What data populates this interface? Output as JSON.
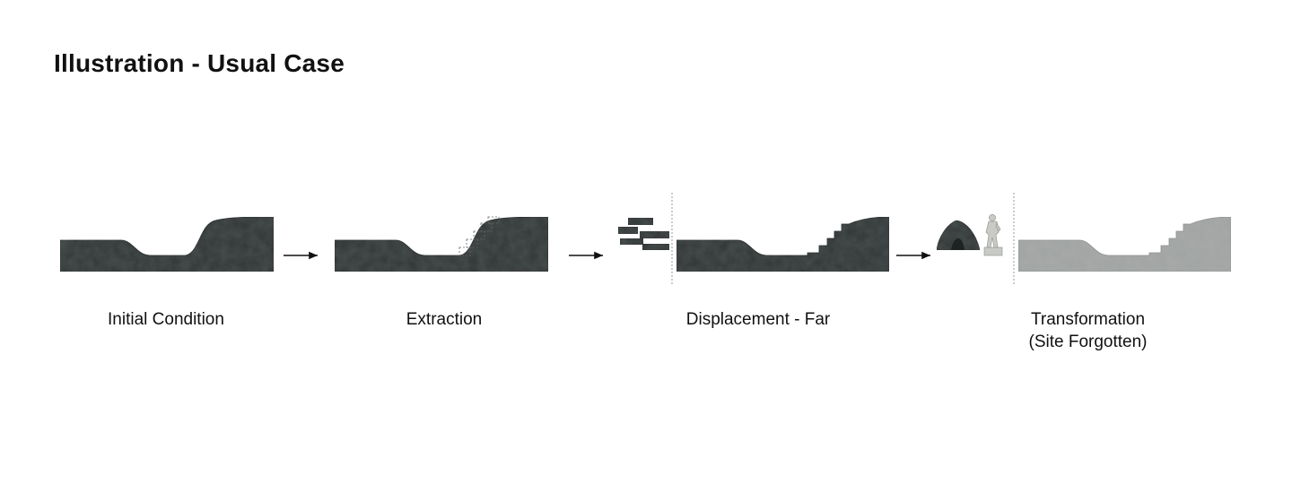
{
  "title": "Illustration - Usual Case",
  "stages": [
    {
      "caption": "Initial Condition"
    },
    {
      "caption": "Extraction"
    },
    {
      "caption": "Displacement - Far"
    },
    {
      "caption_line1": "Transformation",
      "caption_line2": "(Site Forgotten)"
    }
  ],
  "colors": {
    "rock_dark": "#4a5050",
    "rock_dark_edge": "#3a3f3f",
    "rock_light": "#a8aaaa",
    "rock_light_edge": "#909292",
    "arrow": "#111111",
    "divider": "#999999"
  }
}
